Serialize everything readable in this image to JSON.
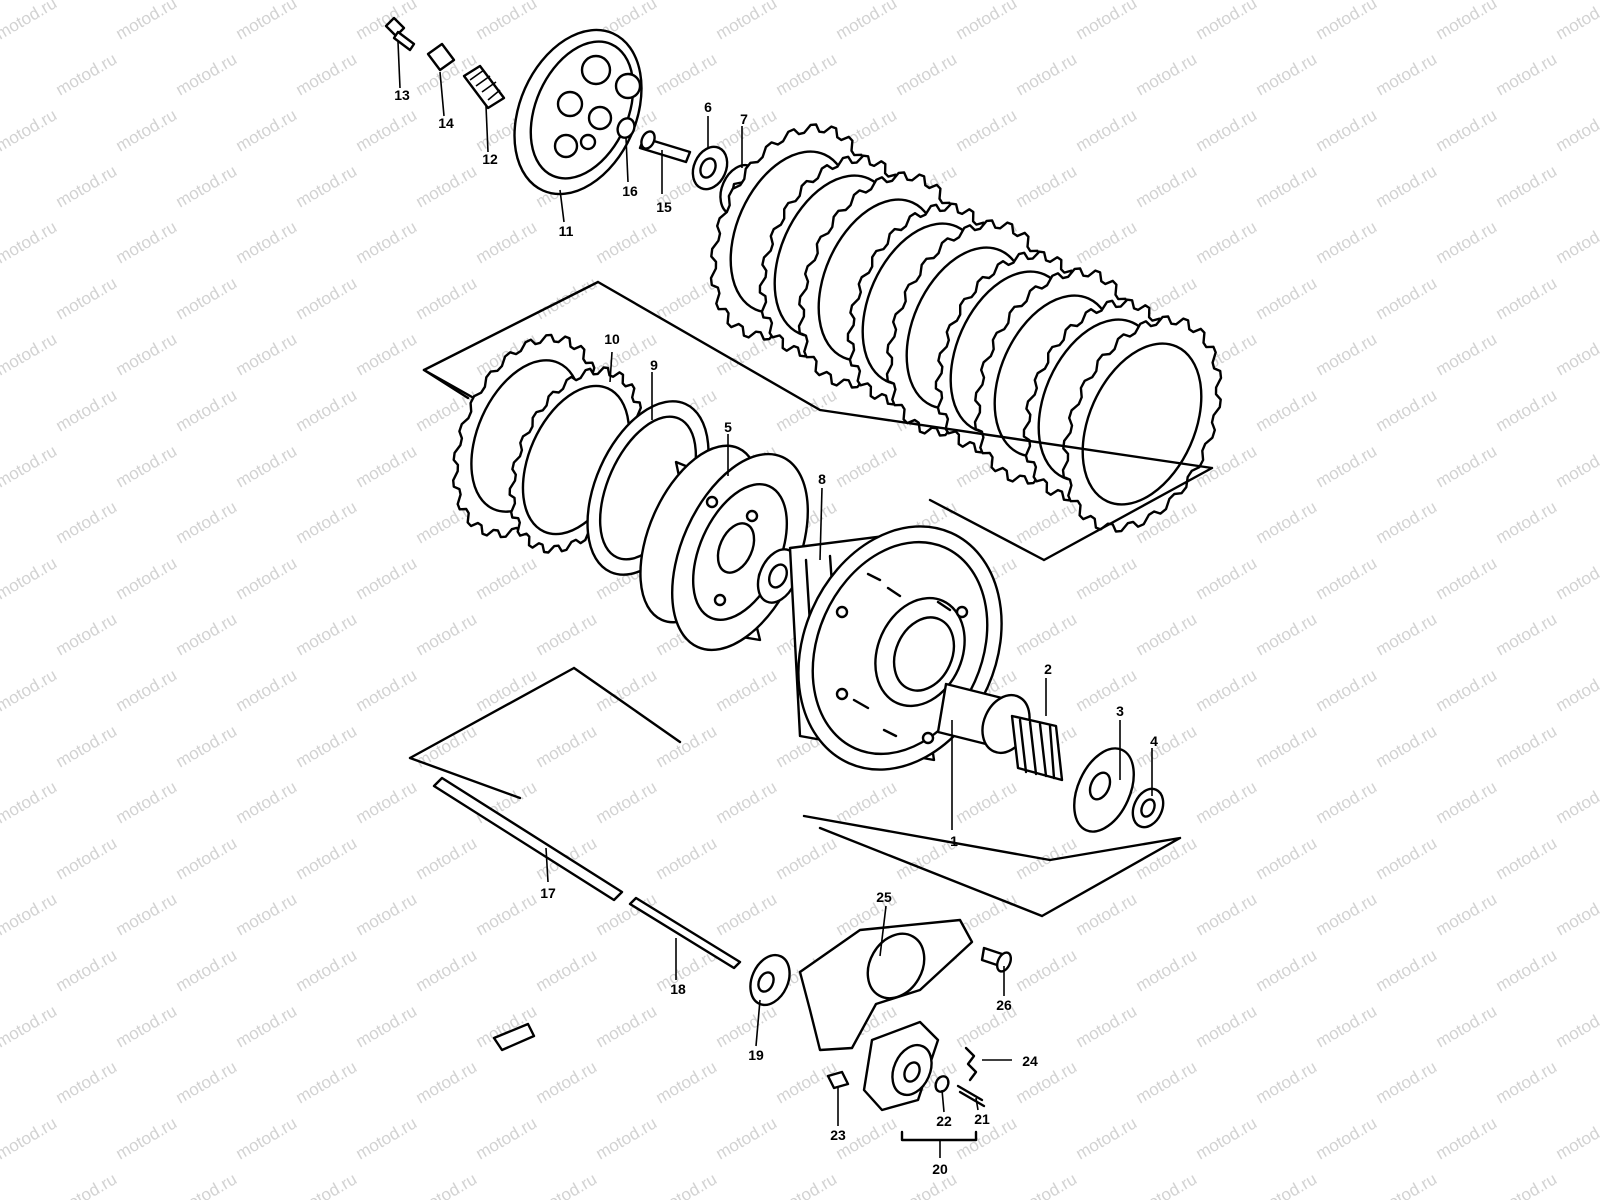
{
  "watermark": "motod.ru",
  "callouts": {
    "c1": "1",
    "c2": "2",
    "c3": "3",
    "c4": "4",
    "c5": "5",
    "c6": "6",
    "c7": "7",
    "c8": "8",
    "c9": "9",
    "c10": "10",
    "c11": "11",
    "c12": "12",
    "c13": "13",
    "c14": "14",
    "c15": "15",
    "c16": "16",
    "c17": "17",
    "c18": "18",
    "c19": "19",
    "c20": "20",
    "c21": "21",
    "c22": "22",
    "c23": "23",
    "c24": "24",
    "c25": "25",
    "c26": "26"
  },
  "colors": {
    "line": "#000000",
    "paper": "#ffffff",
    "watermark": "#d2d2d2"
  }
}
